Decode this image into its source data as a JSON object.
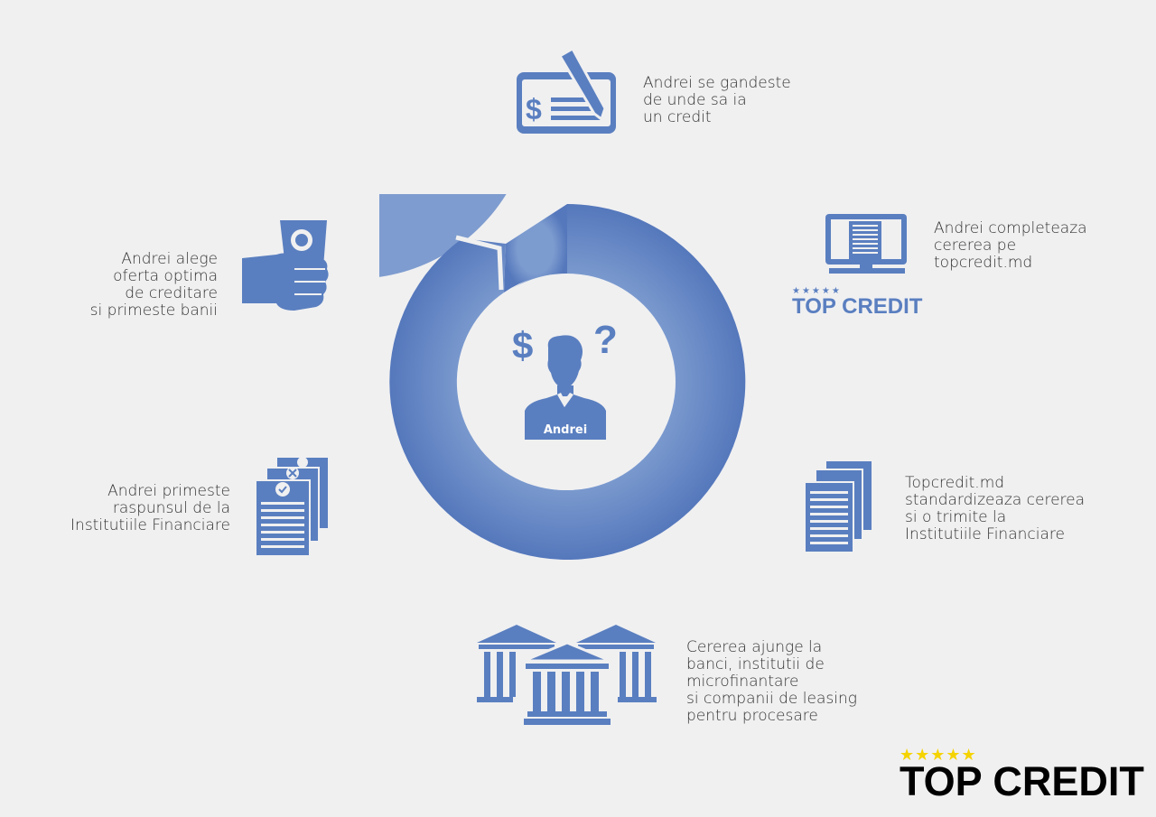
{
  "center": {
    "person_label": "Andrei",
    "dollar_symbol": "$",
    "question_symbol": "?"
  },
  "steps": [
    {
      "icon": "check-pen-icon",
      "lines": [
        "Andrei se gandeste",
        "de unde sa ia",
        "un credit"
      ]
    },
    {
      "icon": "monitor-form-icon",
      "lines": [
        "Andrei completeaza",
        "cererea pe",
        "topcredit.md"
      ]
    },
    {
      "icon": "documents-stack-icon",
      "lines": [
        "Topcredit.md",
        "standardizeaza cererea",
        "si o trimite la",
        "Institutiile Financiare"
      ]
    },
    {
      "icon": "banks-icon",
      "lines": [
        "Cererea ajunge la",
        "banci, institutii de",
        "microfinantare",
        "si companii de leasing",
        "pentru procesare"
      ]
    },
    {
      "icon": "checked-documents-icon",
      "lines": [
        "Andrei primeste",
        "raspunsul de la",
        "Institutiile Financiare"
      ]
    },
    {
      "icon": "hand-money-icon",
      "lines": [
        "Andrei alege",
        "oferta optima",
        "de creditare",
        "si primeste banii"
      ]
    }
  ],
  "brand": {
    "monitor_logo": "TOP CREDIT",
    "footer_logo": "TOP CREDIT",
    "stars": "★★★★★"
  },
  "colors": {
    "accent": "#5a7fc0",
    "star": "#f5d300",
    "background": "#f0f0f1"
  }
}
